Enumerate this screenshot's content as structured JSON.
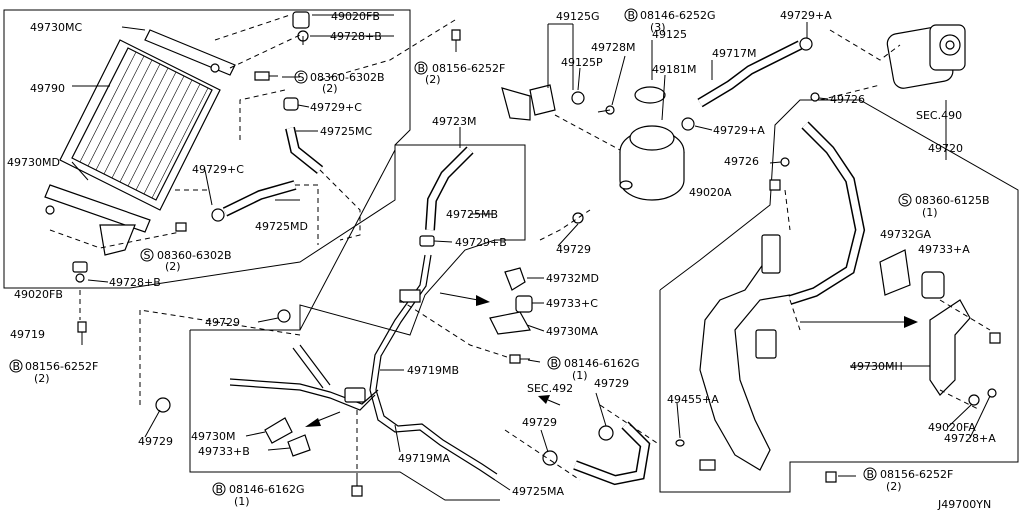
{
  "labels": {
    "p49730MC": "49730MC",
    "p49020FB_top": "49020FB",
    "p49728B_top": "49728+B",
    "p08156_top": "08156-6252F",
    "p08156_top_q": "(2)",
    "p08360_a": "08360-6302B",
    "p08360_a_q": "(2)",
    "p49790": "49790",
    "p49729C_a": "49729+C",
    "p49725MC": "49725MC",
    "p49730MD": "49730MD",
    "p49729C_b": "49729+C",
    "p49725MD": "49725MD",
    "p08360_b": "08360-6302B",
    "p08360_b_q": "(2)",
    "p49728B_mid": "49728+B",
    "p49020FB_mid": "49020FB",
    "p49719": "49719",
    "p08156_left": "08156-6252F",
    "p08156_left_q": "(2)",
    "p49125G": "49125G",
    "p08146_6252G": "08146-6252G",
    "p08146_6252G_q": "(3)",
    "p49728M": "49728M",
    "p49125P": "49125P",
    "p49125": "49125",
    "p49181M": "49181M",
    "p49717M": "49717M",
    "p49729A_top": "49729+A",
    "sec490": "SEC.490",
    "p49726_a": "49726",
    "p49723M": "49723M",
    "p49729A_mid": "49729+A",
    "p49726_b": "49726",
    "p49020A": "49020A",
    "p49720": "49720",
    "p08360_6125B": "08360-6125B",
    "p08360_6125B_q": "(1)",
    "p49725MB": "49725MB",
    "p49729B": "49729+B",
    "p49729_mid": "49729",
    "p49732GA": "49732GA",
    "p49733A": "49733+A",
    "p49732MD": "49732MD",
    "p49733C": "49733+C",
    "p49730MA": "49730MA",
    "p49729_left": "49729",
    "p08146_6162G_mid": "08146-6162G",
    "p08146_6162G_mid_q": "(1)",
    "p49719MB": "49719MB",
    "sec492": "SEC.492",
    "p49729_sec": "49729",
    "p49730MH": "49730MH",
    "p49455A": "49455+A",
    "p49729_low": "49729",
    "p49730M": "49730M",
    "p49733B": "49733+B",
    "p49729_bl": "49729",
    "p49719MA": "49719MA",
    "p49020FA": "49020FA",
    "p49728A": "49728+A",
    "p08146_6162G_bot": "08146-6162G",
    "p08146_6162G_bot_q": "(1)",
    "p49725MA": "49725MA",
    "p08156_br": "08156-6252F",
    "p08156_br_q": "(2)",
    "diagram_id": "J49700YN"
  },
  "callout_letter": "B",
  "callout_letter_s": "S"
}
